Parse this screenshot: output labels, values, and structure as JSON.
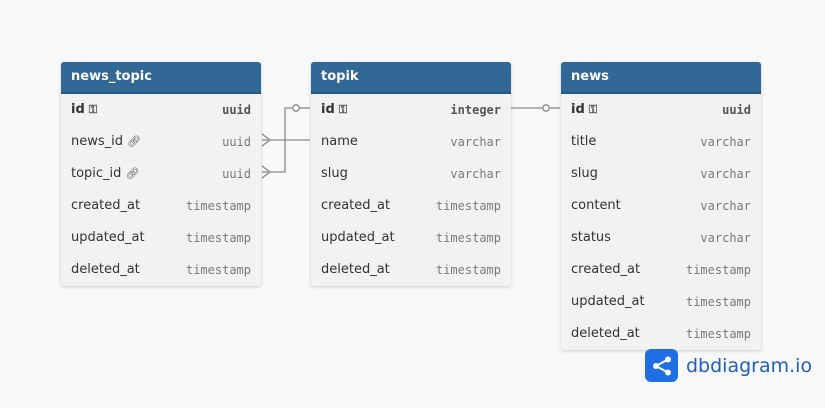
{
  "tables": [
    {
      "name": "news_topic",
      "fields": [
        {
          "name": "id",
          "type": "uuid",
          "pk": true,
          "icon": "key-icon"
        },
        {
          "name": "news_id",
          "type": "uuid",
          "icon": "link-icon"
        },
        {
          "name": "topic_id",
          "type": "uuid",
          "icon": "link-icon"
        },
        {
          "name": "created_at",
          "type": "timestamp"
        },
        {
          "name": "updated_at",
          "type": "timestamp"
        },
        {
          "name": "deleted_at",
          "type": "timestamp"
        }
      ]
    },
    {
      "name": "topik",
      "fields": [
        {
          "name": "id",
          "type": "integer",
          "pk": true,
          "icon": "key-icon"
        },
        {
          "name": "name",
          "type": "varchar"
        },
        {
          "name": "slug",
          "type": "varchar"
        },
        {
          "name": "created_at",
          "type": "timestamp"
        },
        {
          "name": "updated_at",
          "type": "timestamp"
        },
        {
          "name": "deleted_at",
          "type": "timestamp"
        }
      ]
    },
    {
      "name": "news",
      "fields": [
        {
          "name": "id",
          "type": "uuid",
          "pk": true,
          "icon": "key-icon"
        },
        {
          "name": "title",
          "type": "varchar"
        },
        {
          "name": "slug",
          "type": "varchar"
        },
        {
          "name": "content",
          "type": "varchar"
        },
        {
          "name": "status",
          "type": "varchar"
        },
        {
          "name": "created_at",
          "type": "timestamp"
        },
        {
          "name": "updated_at",
          "type": "timestamp"
        },
        {
          "name": "deleted_at",
          "type": "timestamp"
        }
      ]
    }
  ],
  "relations": [
    {
      "from": "news_topic.news_id",
      "to": "news.id",
      "cardinality": "many-to-one"
    },
    {
      "from": "news_topic.topic_id",
      "to": "topik.id",
      "cardinality": "many-to-one"
    }
  ],
  "brand": {
    "name": "dbdiagram.io",
    "accent": "#1e6fe3"
  },
  "colors": {
    "header": "#316896",
    "body": "#f2f2f2",
    "line": "#8a8a8a"
  }
}
